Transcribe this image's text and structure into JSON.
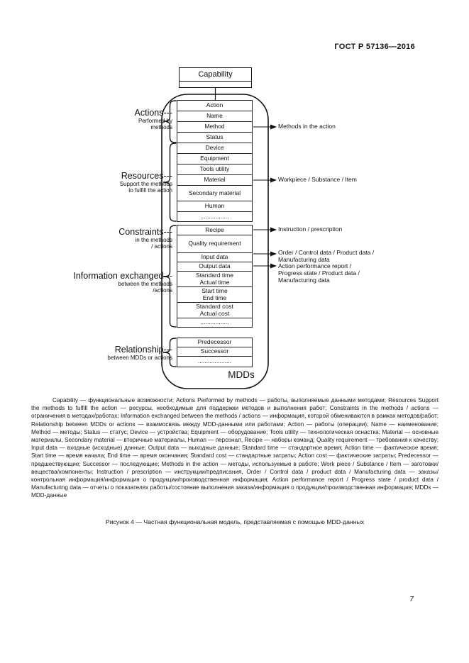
{
  "header": {
    "doc_number": "ГОСТ Р 57136—2016"
  },
  "diagram": {
    "capability_label": "Capability",
    "mdds_label": "MDDs",
    "left_groups": [
      {
        "label": "Actions---",
        "line1": "Performed by",
        "line2": "methods"
      },
      {
        "label": "Resources---",
        "line1": "Support the methods",
        "line2": "to fulfill the action"
      },
      {
        "label": "Constraints---",
        "line1": "in the methods",
        "line2": "/ actions"
      },
      {
        "label": "Information exchanged---",
        "line1": "between the methods",
        "line2": "/actions"
      },
      {
        "label": "Relationship---",
        "line1": "between MDDs or actions"
      }
    ],
    "rows_a": [
      {
        "l1": "Action"
      },
      {
        "l1": "Name"
      },
      {
        "l1": "Method"
      },
      {
        "l1": "Status"
      },
      {
        "l1": "Device"
      },
      {
        "l1": "Equipment"
      },
      {
        "l1": "Tools utility"
      },
      {
        "l1": "Material"
      },
      {
        "l1": "Secondary material"
      },
      {
        "l1": "Human"
      },
      {
        "l1": "................."
      }
    ],
    "rows_b": [
      {
        "l1": "Recipe"
      },
      {
        "l1": "Quality requirement"
      },
      {
        "l1": "Input data"
      },
      {
        "l1": "Output data"
      },
      {
        "l1": "Standard time",
        "l2": "Actual time"
      },
      {
        "l1": "Start time",
        "l2": "End time"
      },
      {
        "l1": "Standard cost",
        "l2": "Actual cost"
      },
      {
        "l1": "................."
      }
    ],
    "rows_c": [
      {
        "l1": "Predecessor"
      },
      {
        "l1": "Successor"
      },
      {
        "l1": "...................."
      }
    ],
    "right_labels": [
      {
        "line1": "Methods in the action"
      },
      {
        "line1": "Workpiece / Substance / Item"
      },
      {
        "line1": "Instruction / prescription"
      },
      {
        "line1": "Order / Control data / Product data /",
        "line2": "Manufacturing data"
      },
      {
        "line1": "Action performance report /",
        "line2": "Progress state / Product data /",
        "line3": "Manufacturing data"
      }
    ]
  },
  "legend": {
    "text": "Capability — функциональные возможности; Actions Performed by methods — работы, выполняемые данными методами; Resources Support the methods to fulfill the action — ресурсы, необходимые для поддержки методов и выполнения работ; Constraints in the methods / actions — ограничения в методах/работах; Information exchanged between the methods / actions — информация, которой обмениваются в рамках методов/работ; Relationship between MDDs or actions — взаимосвязь между MDD-данными или работами; Action — работы (операции); Name — наименование; Method — методы; Status — статус; Device — устройства; Equipment — оборудование; Tools utility — технологическая оснастка; Material — основные материалы, Secondary material — вторичные материалы, Human — персонал, Recipe — наборы команд; Quality requirement — требования к качеству; Input data — входные (исходные) данные; Output data — выходные данные; Standard time — стандартное время; Action time — фактическое время; Start time — время начала; End time — время окончания; Standard cost — стандартные затраты; Action cost — фактические затраты; Predecessor — предшествующие; Successor — последующие; Methods in the action — методы, используемые в работе; Work piece / Substance / Item — заготовки/вещества/компоненты; Instruction / prescription — инструкции/предписания, Order / Control data / product data / Manufacturing data — заказы/контрольная информация/информация о продукции/производственная информация; Action performance report / Progress state / product data / Manufacturing data — отчеты о показателях работы/состояние выполнения заказа/информация о продукции/производственная информация; MDDs — MDD-данные"
  },
  "caption": "Рисунок 4 — Частная функциональная модель, представляемая с помощью MDD-данных",
  "page_number": "7"
}
